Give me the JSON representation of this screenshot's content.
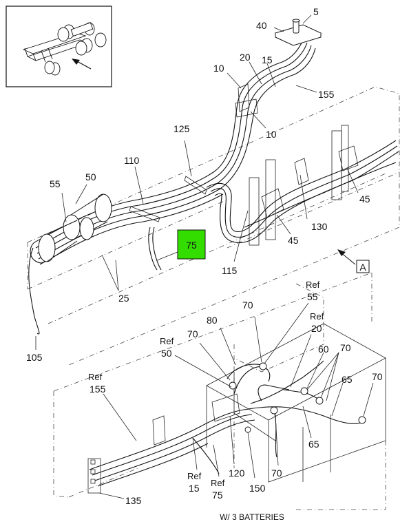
{
  "inset": {
    "view_arrow": "arrow-icon"
  },
  "callouts": {
    "c5": "5",
    "c40": "40",
    "c20": "20",
    "c15": "15",
    "c155": "155",
    "c10a": "10",
    "c10b": "10",
    "c125": "125",
    "c110": "110",
    "c50": "50",
    "c55": "55",
    "c75": "75",
    "c45a": "45",
    "c45b": "45",
    "c130": "130",
    "c115": "115",
    "c25": "25",
    "c105": "105",
    "viewA": "A",
    "ref55": [
      "Ref",
      "55"
    ],
    "ref20": [
      "Ref",
      "20"
    ],
    "c70a": "70",
    "c80": "80",
    "c70b": "70",
    "ref50": [
      "Ref",
      "50"
    ],
    "c60": "60",
    "c70c": "70",
    "c70d": "70",
    "c65a": "65",
    "c65b": "65",
    "ref155": [
      "Ref",
      "155"
    ],
    "c70e": "70",
    "c120": "120",
    "c150": "150",
    "ref15": [
      "Ref",
      "15"
    ],
    "ref75": [
      "Ref",
      "75"
    ],
    "c135": "135"
  },
  "highlight": {
    "label": "75",
    "color": "#33dd00"
  },
  "caption": "W/ 3 BATTERIES",
  "colors": {
    "line": "#111111",
    "highlight": "#33dd00"
  }
}
